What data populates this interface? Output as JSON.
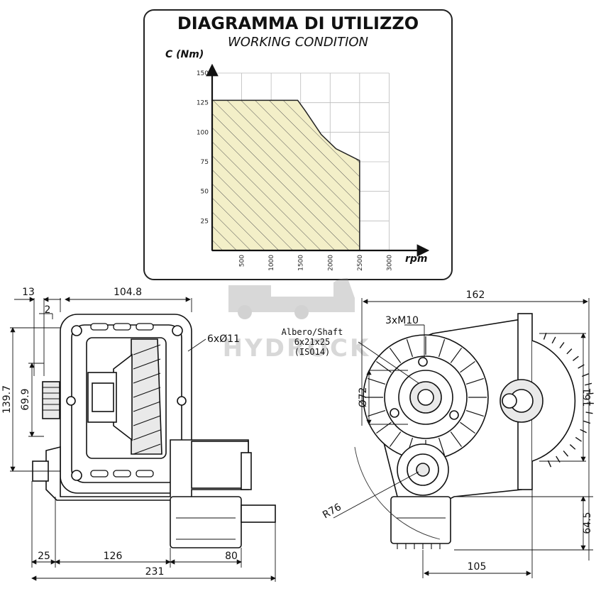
{
  "chart_data": {
    "type": "area",
    "title": "DIAGRAMMA DI UTILIZZO",
    "subtitle": "WORKING CONDITION",
    "ylabel": "C (Nm)",
    "xlabel": "rpm",
    "x_ticks": [
      500,
      1000,
      1500,
      2000,
      2500,
      3000
    ],
    "y_ticks": [
      25,
      50,
      75,
      100,
      125,
      150
    ],
    "xlim": [
      0,
      3500
    ],
    "ylim": [
      0,
      150
    ],
    "grid": true,
    "series": [
      {
        "x": [
          0,
          1450,
          1580,
          1850,
          2100,
          2500,
          2500
        ],
        "y": [
          127,
          127,
          118,
          98,
          86,
          76,
          0
        ]
      }
    ],
    "fill_color": "#f3efc8",
    "hatch_color": "#555555"
  },
  "watermark": "HYDROCK",
  "left_view": {
    "dims": {
      "d13": "13",
      "d104_8": "104.8",
      "d2": "2",
      "d139_7": "139.7",
      "d69_9": "69.9",
      "holes": "6xØ11",
      "d25": "25",
      "d126": "126",
      "d80": "80",
      "d231": "231"
    }
  },
  "right_view": {
    "dims": {
      "d162": "162",
      "bolts": "3xM10",
      "shaft_1": "Albero/Shaft",
      "shaft_2": "6x21x25",
      "shaft_3": "(ISO14)",
      "d72": "Ø72",
      "d161": "161",
      "r76": "R76",
      "d64_5": "64.5",
      "d105": "105"
    }
  }
}
